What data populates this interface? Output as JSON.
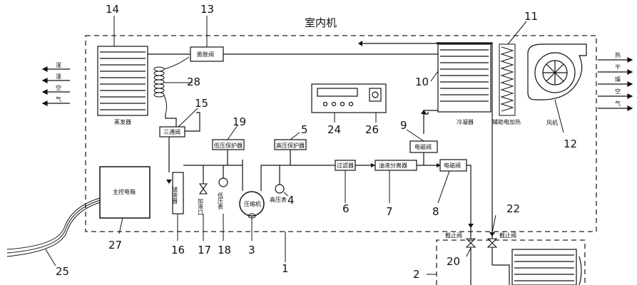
{
  "title": "室内机",
  "side_left": [
    "湿",
    "湿",
    "空",
    "气"
  ],
  "side_right": [
    "热",
    "干",
    "燥",
    "空",
    "气"
  ],
  "components": {
    "evaporator": "蒸发器",
    "condenser": "冷凝器",
    "expansion_valve": "膨胀阀",
    "three_way_valve": "三通阀",
    "reservoir": "储液器",
    "low_pressure_protector": "低压保护器",
    "high_pressure_protector": "高压保护器",
    "filter": "过滤器",
    "gas_liquid_separator": "油液分离器",
    "solenoid_valve_upper": "电磁阀",
    "solenoid_valve_lower": "电磁阀",
    "compressor": "压缩机",
    "low_pressure_gauge": "低压表",
    "high_pressure_gauge": "高压表",
    "charging_port": "加液口",
    "aux_heater": "辅助电加热",
    "fan": "风机",
    "main_control_box": "主控电箱",
    "stop_valve_left": "截止阀",
    "stop_valve_right": "截止阀"
  },
  "callouts": {
    "n1": "1",
    "n2": "2",
    "n3": "3",
    "n4": "4",
    "n5": "5",
    "n6": "6",
    "n7": "7",
    "n8": "8",
    "n9": "9",
    "n10": "10",
    "n11": "11",
    "n12": "12",
    "n13": "13",
    "n14": "14",
    "n15": "15",
    "n16": "16",
    "n17": "17",
    "n18": "18",
    "n19": "19",
    "n20": "20",
    "n22": "22",
    "n24": "24",
    "n25": "25",
    "n26": "26",
    "n27": "27",
    "n28": "28"
  }
}
